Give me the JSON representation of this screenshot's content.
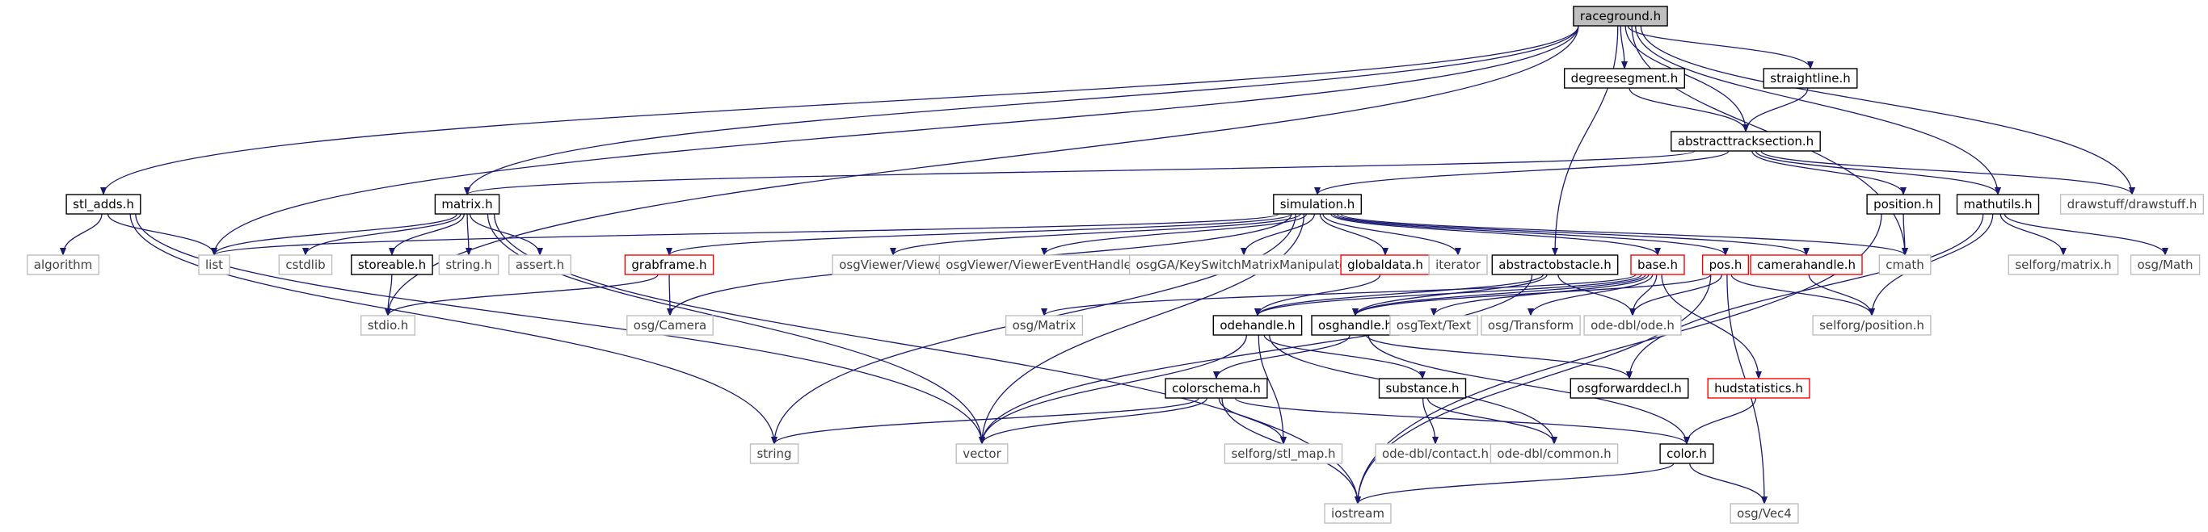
{
  "graph": {
    "colors": {
      "edge": "#191970",
      "root_fill": "#bfbfbf",
      "documented_border": "#000000",
      "truncated_border": "#ff0000",
      "external_border": "#bfbfbf",
      "external_text": "#3f3f3f"
    },
    "nodes": [
      {
        "id": "raceground",
        "label": "raceground.h",
        "kind": "root"
      },
      {
        "id": "stl_adds",
        "label": "stl_adds.h",
        "kind": "documented"
      },
      {
        "id": "degreesegment",
        "label": "degreesegment.h",
        "kind": "documented"
      },
      {
        "id": "straightline",
        "label": "straightline.h",
        "kind": "documented"
      },
      {
        "id": "abstracttracksection",
        "label": "abstracttracksection.h",
        "kind": "documented"
      },
      {
        "id": "matrix",
        "label": "matrix.h",
        "kind": "documented"
      },
      {
        "id": "simulation",
        "label": "simulation.h",
        "kind": "documented"
      },
      {
        "id": "position",
        "label": "position.h",
        "kind": "documented"
      },
      {
        "id": "mathutils",
        "label": "mathutils.h",
        "kind": "documented"
      },
      {
        "id": "drawstuff",
        "label": "drawstuff/drawstuff.h",
        "kind": "external"
      },
      {
        "id": "algorithm",
        "label": "algorithm",
        "kind": "external"
      },
      {
        "id": "list",
        "label": "list",
        "kind": "external"
      },
      {
        "id": "cstdlib",
        "label": "cstdlib",
        "kind": "external"
      },
      {
        "id": "storeable",
        "label": "storeable.h",
        "kind": "documented"
      },
      {
        "id": "string_h",
        "label": "string.h",
        "kind": "external"
      },
      {
        "id": "assert_h",
        "label": "assert.h",
        "kind": "external"
      },
      {
        "id": "grabframe",
        "label": "grabframe.h",
        "kind": "truncated"
      },
      {
        "id": "osgViewer",
        "label": "osgViewer/Viewer",
        "kind": "external"
      },
      {
        "id": "osgViewerHandlers",
        "label": "osgViewer/ViewerEventHandlers",
        "kind": "external"
      },
      {
        "id": "osgGAKey",
        "label": "osgGA/KeySwitchMatrixManipulator",
        "kind": "external"
      },
      {
        "id": "globaldata",
        "label": "globaldata.h",
        "kind": "truncated"
      },
      {
        "id": "iterator",
        "label": "iterator",
        "kind": "external"
      },
      {
        "id": "abstractobstacle",
        "label": "abstractobstacle.h",
        "kind": "documented"
      },
      {
        "id": "base",
        "label": "base.h",
        "kind": "truncated"
      },
      {
        "id": "pos",
        "label": "pos.h",
        "kind": "truncated"
      },
      {
        "id": "camerahandle",
        "label": "camerahandle.h",
        "kind": "truncated"
      },
      {
        "id": "cmath",
        "label": "cmath",
        "kind": "external"
      },
      {
        "id": "selforg_matrix",
        "label": "selforg/matrix.h",
        "kind": "external"
      },
      {
        "id": "osgMath",
        "label": "osg/Math",
        "kind": "external"
      },
      {
        "id": "stdio",
        "label": "stdio.h",
        "kind": "external"
      },
      {
        "id": "osgCamera",
        "label": "osg/Camera",
        "kind": "external"
      },
      {
        "id": "osgMatrix",
        "label": "osg/Matrix",
        "kind": "external"
      },
      {
        "id": "odehandle",
        "label": "odehandle.h",
        "kind": "documented"
      },
      {
        "id": "osghandle",
        "label": "osghandle.h",
        "kind": "documented"
      },
      {
        "id": "osgText",
        "label": "osgText/Text",
        "kind": "external"
      },
      {
        "id": "osgTransform",
        "label": "osg/Transform",
        "kind": "external"
      },
      {
        "id": "odeDbl",
        "label": "ode-dbl/ode.h",
        "kind": "external"
      },
      {
        "id": "selforg_position",
        "label": "selforg/position.h",
        "kind": "external"
      },
      {
        "id": "osgforwarddecl",
        "label": "osgforwarddecl.h",
        "kind": "documented"
      },
      {
        "id": "hudstatistics",
        "label": "hudstatistics.h",
        "kind": "truncated"
      },
      {
        "id": "colorschema",
        "label": "colorschema.h",
        "kind": "documented"
      },
      {
        "id": "substance",
        "label": "substance.h",
        "kind": "documented"
      },
      {
        "id": "string",
        "label": "string",
        "kind": "external"
      },
      {
        "id": "vector",
        "label": "vector",
        "kind": "external"
      },
      {
        "id": "stl_map",
        "label": "selforg/stl_map.h",
        "kind": "external"
      },
      {
        "id": "contact",
        "label": "ode-dbl/contact.h",
        "kind": "external"
      },
      {
        "id": "common",
        "label": "ode-dbl/common.h",
        "kind": "external"
      },
      {
        "id": "color",
        "label": "color.h",
        "kind": "documented"
      },
      {
        "id": "iostream",
        "label": "iostream",
        "kind": "external"
      },
      {
        "id": "osgVec4",
        "label": "osg/Vec4",
        "kind": "external"
      }
    ],
    "edges": [
      [
        "raceground",
        "stl_adds"
      ],
      [
        "raceground",
        "degreesegment"
      ],
      [
        "raceground",
        "straightline"
      ],
      [
        "raceground",
        "abstracttracksection"
      ],
      [
        "raceground",
        "matrix"
      ],
      [
        "raceground",
        "mathutils"
      ],
      [
        "raceground",
        "drawstuff"
      ],
      [
        "raceground",
        "list"
      ],
      [
        "raceground",
        "cmath"
      ],
      [
        "raceground",
        "abstractobstacle"
      ],
      [
        "raceground",
        "stdio"
      ],
      [
        "degreesegment",
        "abstracttracksection"
      ],
      [
        "straightline",
        "abstracttracksection"
      ],
      [
        "abstracttracksection",
        "matrix"
      ],
      [
        "abstracttracksection",
        "simulation"
      ],
      [
        "abstracttracksection",
        "position"
      ],
      [
        "abstracttracksection",
        "mathutils"
      ],
      [
        "abstracttracksection",
        "drawstuff"
      ],
      [
        "stl_adds",
        "algorithm"
      ],
      [
        "stl_adds",
        "list"
      ],
      [
        "stl_adds",
        "vector"
      ],
      [
        "stl_adds",
        "string"
      ],
      [
        "matrix",
        "list"
      ],
      [
        "matrix",
        "cstdlib"
      ],
      [
        "matrix",
        "storeable"
      ],
      [
        "matrix",
        "string_h"
      ],
      [
        "matrix",
        "assert_h"
      ],
      [
        "matrix",
        "vector"
      ],
      [
        "matrix",
        "iostream"
      ],
      [
        "storeable",
        "stdio"
      ],
      [
        "simulation",
        "grabframe"
      ],
      [
        "simulation",
        "osgViewer"
      ],
      [
        "simulation",
        "osgViewerHandlers"
      ],
      [
        "simulation",
        "osgGAKey"
      ],
      [
        "simulation",
        "globaldata"
      ],
      [
        "simulation",
        "iterator"
      ],
      [
        "simulation",
        "base"
      ],
      [
        "simulation",
        "pos"
      ],
      [
        "simulation",
        "camerahandle"
      ],
      [
        "simulation",
        "cmath"
      ],
      [
        "simulation",
        "osgCamera"
      ],
      [
        "simulation",
        "string"
      ],
      [
        "simulation",
        "vector"
      ],
      [
        "simulation",
        "list"
      ],
      [
        "grabframe",
        "osgCamera"
      ],
      [
        "grabframe",
        "stdio"
      ],
      [
        "globaldata",
        "odehandle"
      ],
      [
        "position",
        "cmath"
      ],
      [
        "position",
        "iostream"
      ],
      [
        "mathutils",
        "selforg_matrix"
      ],
      [
        "mathutils",
        "osgMath"
      ],
      [
        "mathutils",
        "osgforwarddecl"
      ],
      [
        "mathutils",
        "selforg_position"
      ],
      [
        "abstractobstacle",
        "odehandle"
      ],
      [
        "abstractobstacle",
        "osghandle"
      ],
      [
        "abstractobstacle",
        "odeDbl"
      ],
      [
        "abstractobstacle",
        "vector"
      ],
      [
        "base",
        "osgMatrix"
      ],
      [
        "base",
        "odehandle"
      ],
      [
        "base",
        "osghandle"
      ],
      [
        "base",
        "osgText"
      ],
      [
        "base",
        "osgTransform"
      ],
      [
        "base",
        "odeDbl"
      ],
      [
        "base",
        "hudstatistics"
      ],
      [
        "pos",
        "odeDbl"
      ],
      [
        "pos",
        "selforg_position"
      ],
      [
        "pos",
        "iostream"
      ],
      [
        "pos",
        "osgVec4"
      ],
      [
        "pos",
        "osghandle"
      ],
      [
        "camerahandle",
        "selforg_position"
      ],
      [
        "odehandle",
        "substance"
      ],
      [
        "odehandle",
        "stl_map"
      ],
      [
        "odehandle",
        "common"
      ],
      [
        "odehandle",
        "vector"
      ],
      [
        "osghandle",
        "colorschema"
      ],
      [
        "osghandle",
        "osgforwarddecl"
      ],
      [
        "osghandle",
        "color"
      ],
      [
        "colorschema",
        "string"
      ],
      [
        "colorschema",
        "vector"
      ],
      [
        "colorschema",
        "stl_map"
      ],
      [
        "colorschema",
        "color"
      ],
      [
        "colorschema",
        "iostream"
      ],
      [
        "substance",
        "contact"
      ],
      [
        "substance",
        "common"
      ],
      [
        "hudstatistics",
        "color"
      ],
      [
        "color",
        "iostream"
      ],
      [
        "color",
        "osgVec4"
      ]
    ]
  }
}
